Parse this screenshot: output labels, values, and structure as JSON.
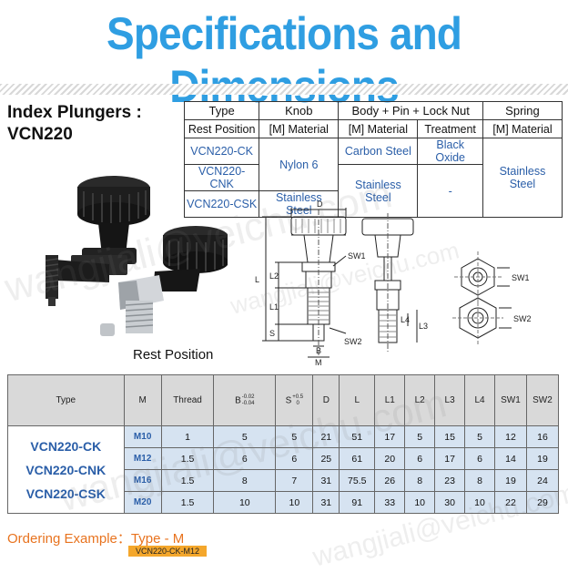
{
  "title": "Specifications and Dimensions",
  "product": {
    "line1": "Index Plungers :",
    "line2": "VCN220"
  },
  "material_table": {
    "headers": {
      "type": "Type",
      "knob": "Knob",
      "body": "Body + Pin + Lock Nut",
      "spring": "Spring"
    },
    "subheaders": {
      "rest": "Rest Position",
      "knob_mat": "[M] Material",
      "body_mat": "[M] Material",
      "treatment": "Treatment",
      "spring_mat": "[M] Material"
    },
    "rows": [
      {
        "type": "VCN220-CK"
      },
      {
        "type": "VCN220-CNK"
      },
      {
        "type": "VCN220-CSK"
      }
    ],
    "knob_nylon": "Nylon 6",
    "knob_ss": "Stainless Steel",
    "body_cs": "Carbon Steel",
    "body_ss": "Stainless Steel",
    "treat_bo": "Black Oxide",
    "treat_none": "-",
    "spring_ss": "Stainless Steel"
  },
  "rest_position_caption": "Rest Position",
  "drawing_labels": {
    "D": "D",
    "L": "L",
    "L1": "L1",
    "L2": "L2",
    "S": "S",
    "B": "B",
    "M": "M",
    "SW1": "SW1",
    "SW2": "SW2",
    "L3": "L3",
    "L4": "L4"
  },
  "dim_table": {
    "headers": {
      "type": "Type",
      "m": "M",
      "thread": "Thread",
      "b": "B",
      "b_up": "-0.02",
      "b_dn": "-0.04",
      "s": "S",
      "s_up": "+0.5",
      "s_dn": "0",
      "d": "D",
      "l": "L",
      "l1": "L1",
      "l2": "L2",
      "l3": "L3",
      "l4": "L4",
      "sw1": "SW1",
      "sw2": "SW2"
    },
    "types": [
      "VCN220-CK",
      "VCN220-CNK",
      "VCN220-CSK"
    ],
    "rows": [
      {
        "m": "M10",
        "thread": "1",
        "b": "5",
        "s": "5",
        "d": "21",
        "l": "51",
        "l1": "17",
        "l2": "5",
        "l3": "15",
        "l4": "5",
        "sw1": "12",
        "sw2": "16"
      },
      {
        "m": "M12",
        "thread": "1.5",
        "b": "6",
        "s": "6",
        "d": "25",
        "l": "61",
        "l1": "20",
        "l2": "6",
        "l3": "17",
        "l4": "6",
        "sw1": "14",
        "sw2": "19"
      },
      {
        "m": "M16",
        "thread": "1.5",
        "b": "8",
        "s": "7",
        "d": "31",
        "l": "75.5",
        "l1": "26",
        "l2": "8",
        "l3": "23",
        "l4": "8",
        "sw1": "19",
        "sw2": "24"
      },
      {
        "m": "M20",
        "thread": "1.5",
        "b": "10",
        "s": "10",
        "d": "31",
        "l": "91",
        "l1": "33",
        "l2": "10",
        "l3": "30",
        "l4": "10",
        "sw1": "22",
        "sw2": "29"
      }
    ]
  },
  "ordering": {
    "label": "Ordering Example：Type - M",
    "code": "VCN220-CK-M12"
  },
  "watermarks": [
    "wangjiali@veichu.com",
    "wangjiali@veichu.com",
    "wangjiali@veichu.com",
    "wangjiali@veichu.com"
  ],
  "colors": {
    "title": "#2f9ee2",
    "blue_text": "#2a5ea8",
    "cell_blue": "#d6e3f1",
    "header_gray": "#d9d9d9",
    "order": "#e8731f",
    "code_bg": "#f4a72c"
  }
}
